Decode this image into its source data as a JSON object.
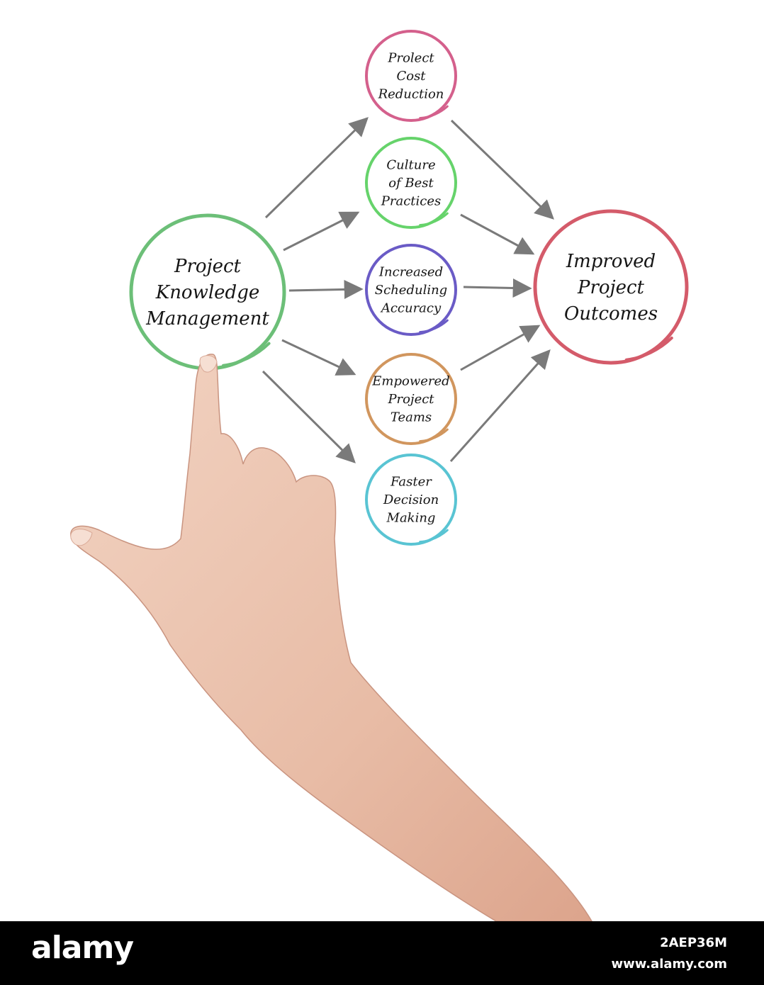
{
  "diagram": {
    "source": {
      "id": "project-knowledge-management",
      "lines": [
        "Project",
        "Knowledge",
        "Management"
      ],
      "color": "#6cbf78"
    },
    "target": {
      "id": "improved-project-outcomes",
      "lines": [
        "Improved",
        "Project",
        "Outcomes"
      ],
      "color": "#d45b6a"
    },
    "middle": [
      {
        "id": "prolect-cost-reduction",
        "lines": [
          "Prolect",
          "Cost",
          "Reduction"
        ],
        "color": "#d4608c"
      },
      {
        "id": "culture-of-best-practices",
        "lines": [
          "Culture",
          "of Best",
          "Practices"
        ],
        "color": "#66d36b"
      },
      {
        "id": "increased-scheduling-accuracy",
        "lines": [
          "Increased",
          "Scheduling",
          "Accuracy"
        ],
        "color": "#6a5bc6"
      },
      {
        "id": "empowered-project-teams",
        "lines": [
          "Empowered",
          "Project",
          "Teams"
        ],
        "color": "#d1965e"
      },
      {
        "id": "faster-decision-making",
        "lines": [
          "Faster",
          "Decision",
          "Making"
        ],
        "color": "#59c4d3"
      }
    ],
    "arrow_color": "#7a7a7a"
  },
  "footer": {
    "brand": "alamy",
    "image_id": "2AEP36M",
    "site": "www.alamy.com"
  }
}
